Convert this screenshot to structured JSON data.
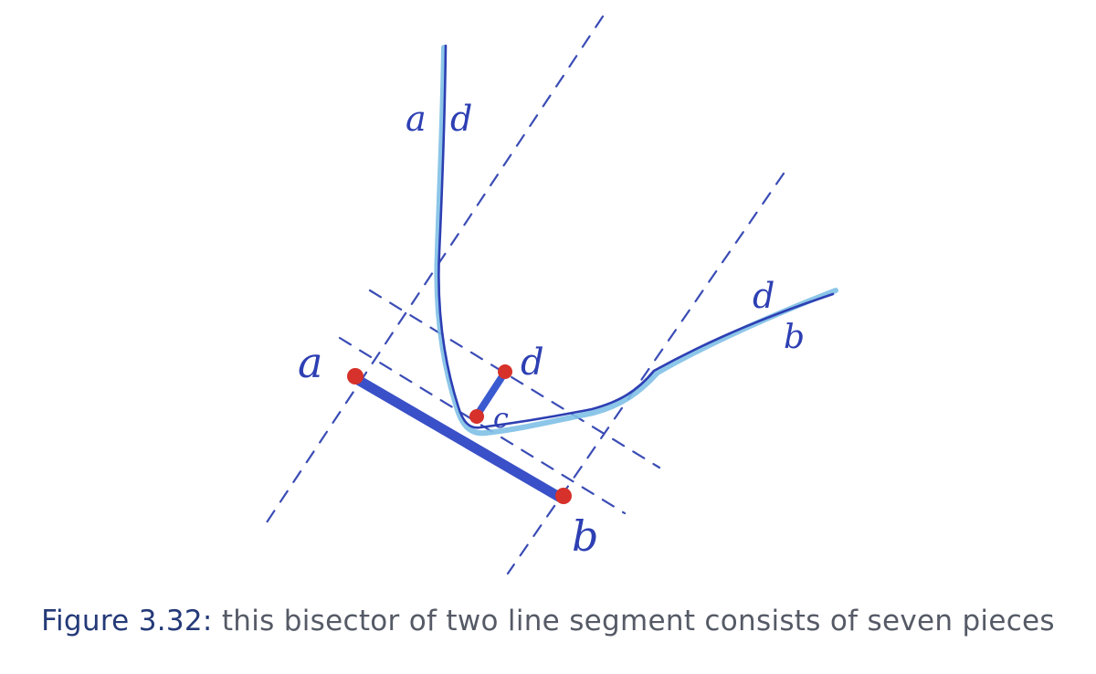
{
  "figure": {
    "labels": {
      "a_top": "a",
      "d_top": "d",
      "a_left": "a",
      "b_bottom": "b",
      "c_mid": "c",
      "d_mid": "d",
      "d_right": "d",
      "b_right": "b"
    },
    "colors": {
      "ink": "#2d3fb3",
      "light_ink": "#7fc0e6",
      "dashed": "#3a4cb5",
      "point": "#d6312a"
    }
  },
  "caption": {
    "label": "Figure 3.32:",
    "text": "this bisector of two line segment consists of seven pieces"
  }
}
